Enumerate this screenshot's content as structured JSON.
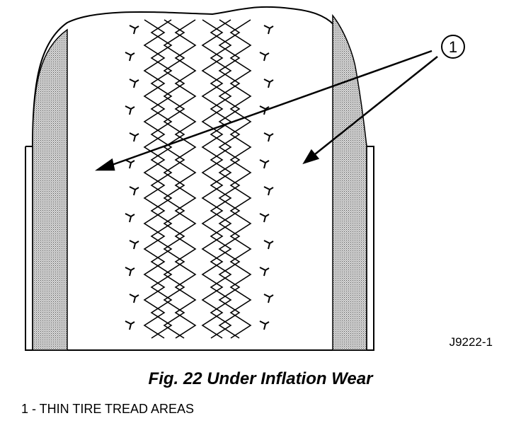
{
  "figure": {
    "callout_number": "1",
    "figure_id": "J9222-1"
  },
  "caption": "Fig. 22 Under Inflation Wear",
  "legend": [
    {
      "text": "1 - THIN TIRE TREAD AREAS"
    }
  ],
  "colors": {
    "line": "#000000",
    "shoulder_fill": "#b3b3b3",
    "background": "#ffffff"
  }
}
